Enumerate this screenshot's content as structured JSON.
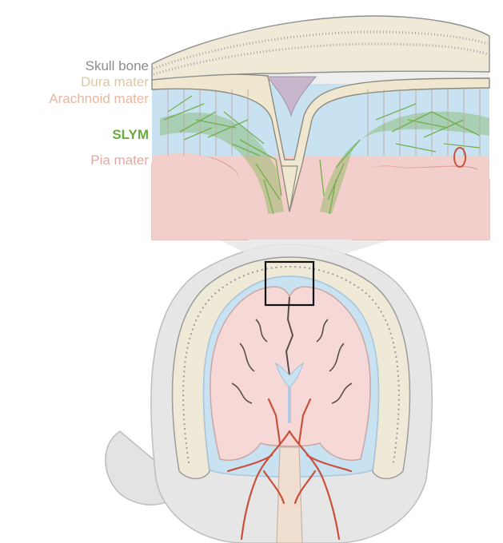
{
  "labels": {
    "skull_bone": "Skull bone",
    "dura_mater": "Dura mater",
    "arachnoid_mater": "Arachnoid mater",
    "slym": "SLYM",
    "pia_mater": "Pia mater"
  },
  "colors": {
    "skull_bone": "#8c8c8c",
    "dura_mater": "#dcc9a4",
    "arachnoid_mater": "#e8b8a0",
    "slym": "#6aab3f",
    "pia_mater": "#e7a8a3",
    "brain_tissue": "#f6d9d6",
    "csf_space": "#c9e2f2",
    "artery": "#c9503a",
    "head_silhouette": "#e3e3e3"
  }
}
